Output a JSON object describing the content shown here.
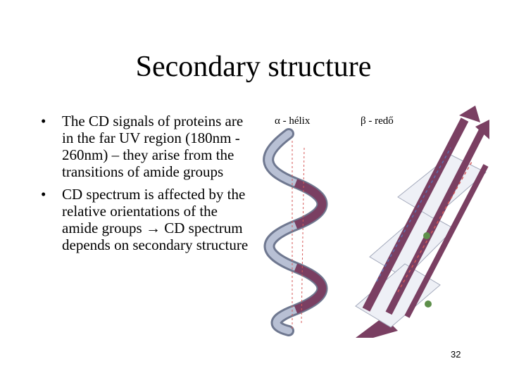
{
  "slide": {
    "title": "Secondary structure",
    "bullets": [
      "The CD signals of proteins are in the far UV region (180nm - 260nm) – they arise from the transitions of amide groups",
      "CD spectrum is affected by the relative orientations of the amide groups → CD spectrum depends on secondary structure"
    ],
    "bullet_symbol": "•",
    "figure": {
      "alpha_label": "α - hélix",
      "beta_label": "β - redő"
    },
    "page_number": "32"
  },
  "colors": {
    "background": "#ffffff",
    "helix_ribbon": "#9aa3b8",
    "sheet_arrow": "#7a3f62",
    "atom_red": "#d65a5a",
    "atom_blue": "#5a6fb0"
  }
}
